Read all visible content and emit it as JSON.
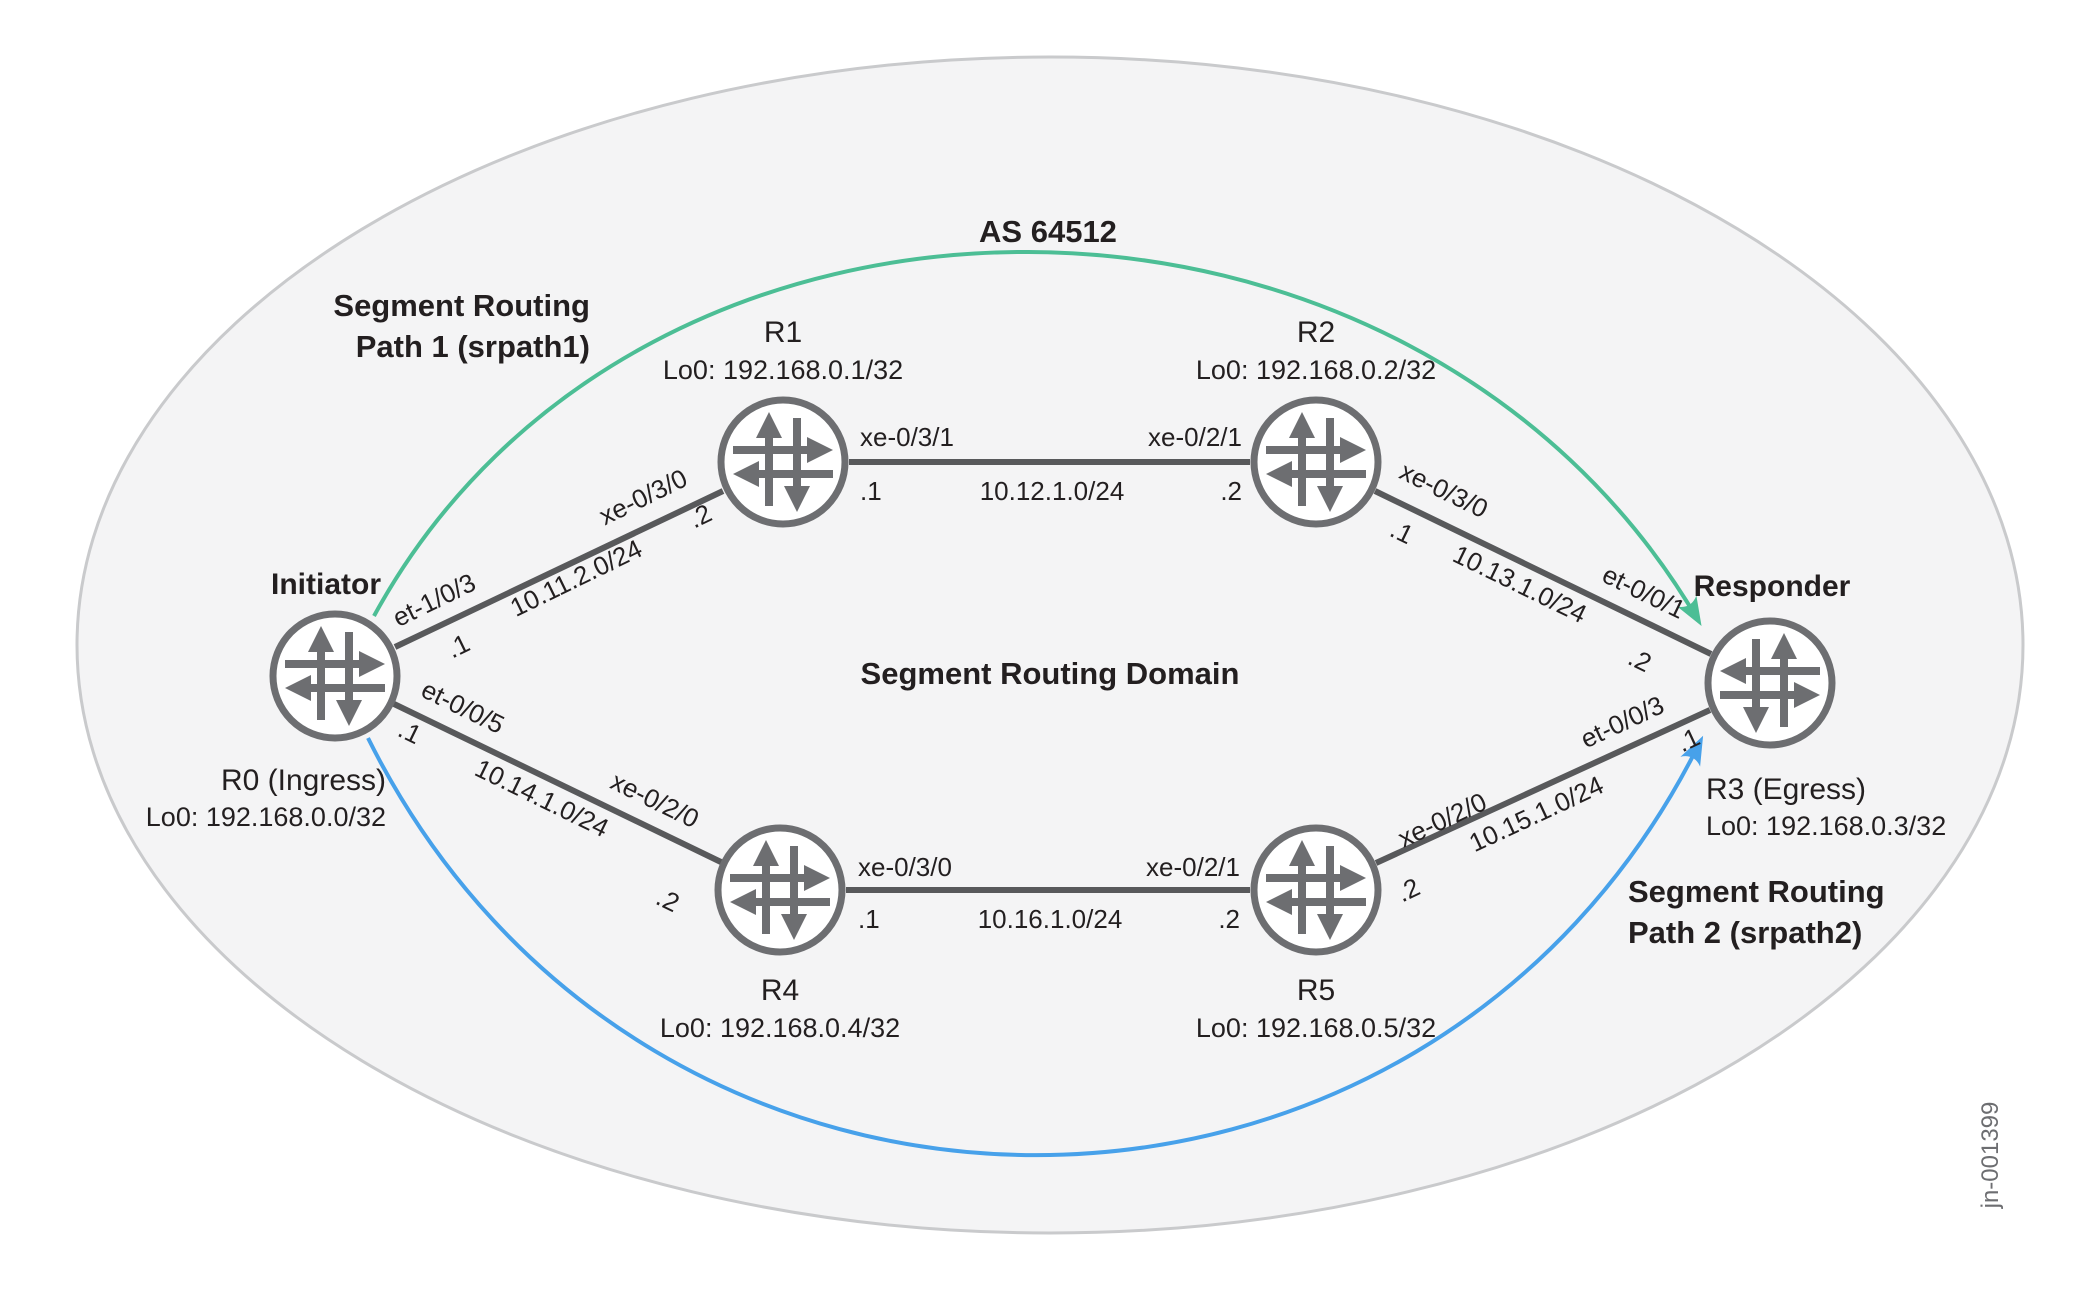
{
  "diagram": {
    "as_label": "AS 64512",
    "domain_label": "Segment Routing Domain",
    "figure_id": "jn-001399",
    "paths": {
      "path1": {
        "label_line1": "Segment Routing",
        "label_line2": "Path 1 (srpath1)",
        "text_color": "#0e8a77",
        "line_color": "#4cbe95"
      },
      "path2": {
        "label_line1": "Segment Routing",
        "label_line2": "Path 2 (srpath2)",
        "text_color": "#1b86d8",
        "line_color": "#47a1ea"
      }
    },
    "routers": {
      "r0": {
        "role": "Initiator",
        "name": "R0 (Ingress)",
        "loopback": "Lo0: 192.168.0.0/32"
      },
      "r1": {
        "name": "R1",
        "loopback": "Lo0: 192.168.0.1/32"
      },
      "r2": {
        "name": "R2",
        "loopback": "Lo0: 192.168.0.2/32"
      },
      "r3": {
        "role": "Responder",
        "name": "R3 (Egress)",
        "loopback": "Lo0: 192.168.0.3/32"
      },
      "r4": {
        "name": "R4",
        "loopback": "Lo0: 192.168.0.4/32"
      },
      "r5": {
        "name": "R5",
        "loopback": "Lo0: 192.168.0.5/32"
      }
    },
    "links": {
      "r0r1": {
        "if_a": "et-1/0/3",
        "ip_a": ".1",
        "subnet": "10.11.2.0/24",
        "if_b": "xe-0/3/0",
        "ip_b": ".2"
      },
      "r1r2": {
        "if_a": "xe-0/3/1",
        "ip_a": ".1",
        "subnet": "10.12.1.0/24",
        "if_b": "xe-0/2/1",
        "ip_b": ".2"
      },
      "r2r3": {
        "if_a": "xe-0/3/0",
        "ip_a": ".1",
        "subnet": "10.13.1.0/24",
        "if_b": "et-0/0/1",
        "ip_b": ".2"
      },
      "r0r4": {
        "if_a": "et-0/0/5",
        "ip_a": ".1",
        "subnet": "10.14.1.0/24",
        "if_b": "xe-0/2/0",
        "ip_b": ".2"
      },
      "r4r5": {
        "if_a": "xe-0/3/0",
        "ip_a": ".1",
        "subnet": "10.16.1.0/24",
        "if_b": "xe-0/2/1",
        "ip_b": ".2"
      },
      "r5r3": {
        "if_a": "xe-0/2/0",
        "ip_a": ".2",
        "subnet": "10.15.1.0/24",
        "if_b": "et-0/0/3",
        "ip_b": ".1"
      }
    }
  }
}
